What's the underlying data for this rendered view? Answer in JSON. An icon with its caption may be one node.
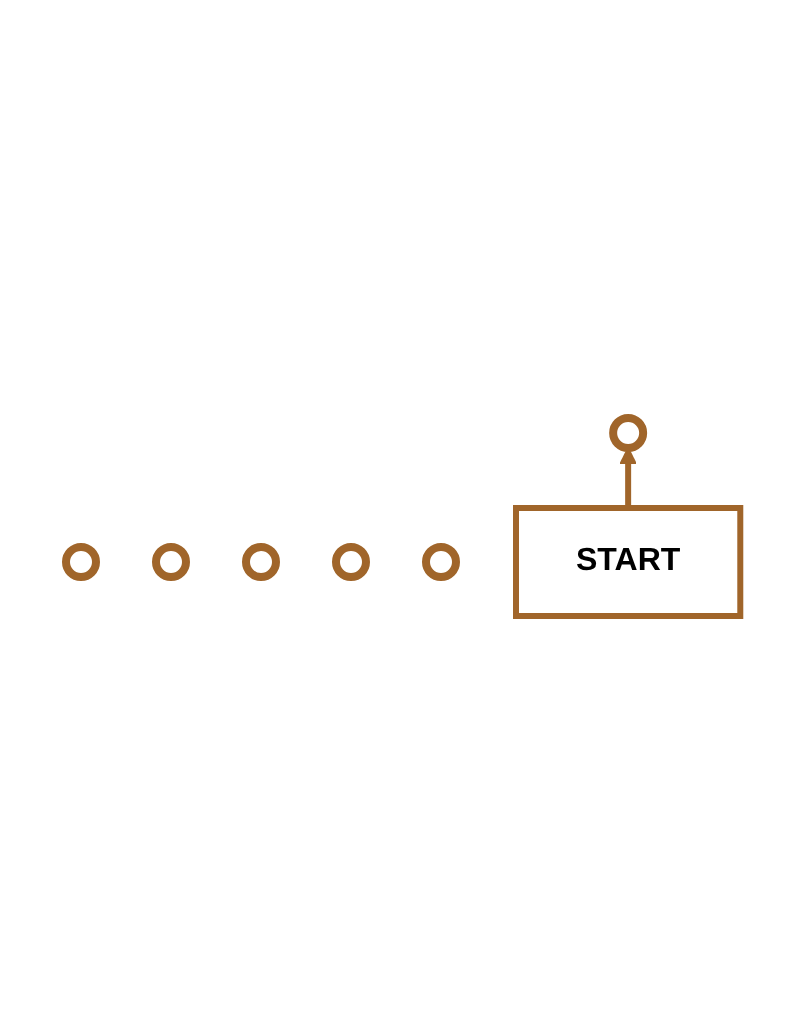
{
  "diagram": {
    "nodes": [
      {
        "text": [],
        "shape": "circle"
      },
      {
        "text": [],
        "shape": "circle"
      },
      {
        "text": [],
        "shape": "circle"
      },
      {
        "text": [],
        "shape": "circle"
      },
      {
        "text": [],
        "shape": "circle"
      },
      {
        "text": [],
        "shape": "circle"
      },
      {
        "text": [
          "START"
        ]
      }
    ],
    "edges": [
      {
        "from": 6,
        "to": 5,
        "arrow": "to"
      }
    ]
  }
}
